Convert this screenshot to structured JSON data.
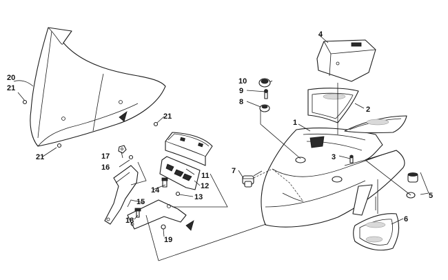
{
  "diagram": {
    "callouts": [
      {
        "id": "1",
        "label": "1"
      },
      {
        "id": "2",
        "label": "2"
      },
      {
        "id": "3",
        "label": "3"
      },
      {
        "id": "4",
        "label": "4"
      },
      {
        "id": "5",
        "label": "5"
      },
      {
        "id": "6",
        "label": "6"
      },
      {
        "id": "7",
        "label": "7"
      },
      {
        "id": "8",
        "label": "8"
      },
      {
        "id": "9",
        "label": "9"
      },
      {
        "id": "10",
        "label": "10"
      },
      {
        "id": "11",
        "label": "11"
      },
      {
        "id": "12",
        "label": "12"
      },
      {
        "id": "13",
        "label": "13"
      },
      {
        "id": "14",
        "label": "14"
      },
      {
        "id": "15",
        "label": "15"
      },
      {
        "id": "16",
        "label": "16"
      },
      {
        "id": "17",
        "label": "17"
      },
      {
        "id": "18",
        "label": "18"
      },
      {
        "id": "19",
        "label": "19"
      },
      {
        "id": "20",
        "label": "20"
      },
      {
        "id": "21a",
        "label": "21"
      },
      {
        "id": "21b",
        "label": "21"
      },
      {
        "id": "21c",
        "label": "21"
      }
    ]
  }
}
